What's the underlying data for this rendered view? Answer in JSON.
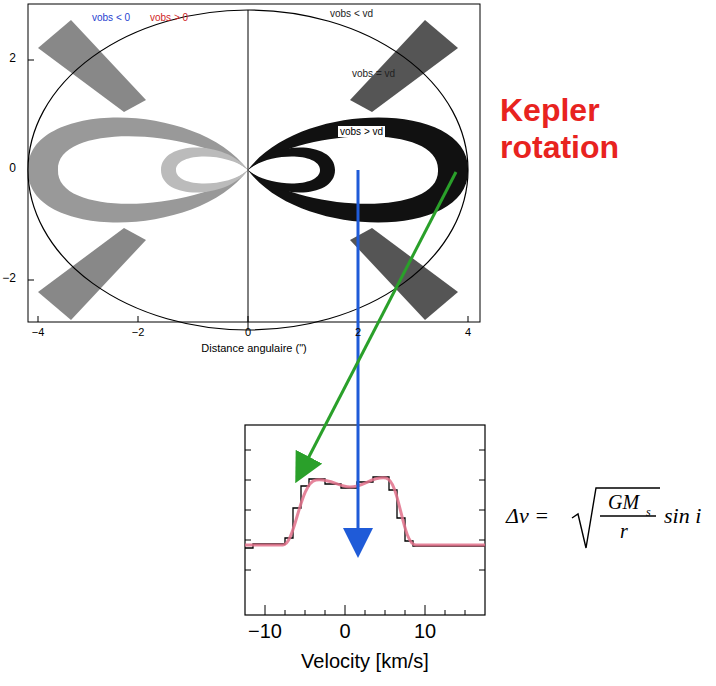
{
  "diagram": {
    "labels": [
      "vobs < 0",
      "vobs > 0",
      "vobs < vd",
      "vobs = vd",
      "vobs > vd",
      "2",
      "0",
      "−2",
      "−4",
      "−2",
      "0",
      "2",
      "4",
      "Distance angulaire (\")",
      "Kepler rotation",
      "Δv =",
      "GM",
      "s",
      "r",
      "sin i",
      "−10",
      "0",
      "10",
      "Velocity [km/s]"
    ]
  }
}
